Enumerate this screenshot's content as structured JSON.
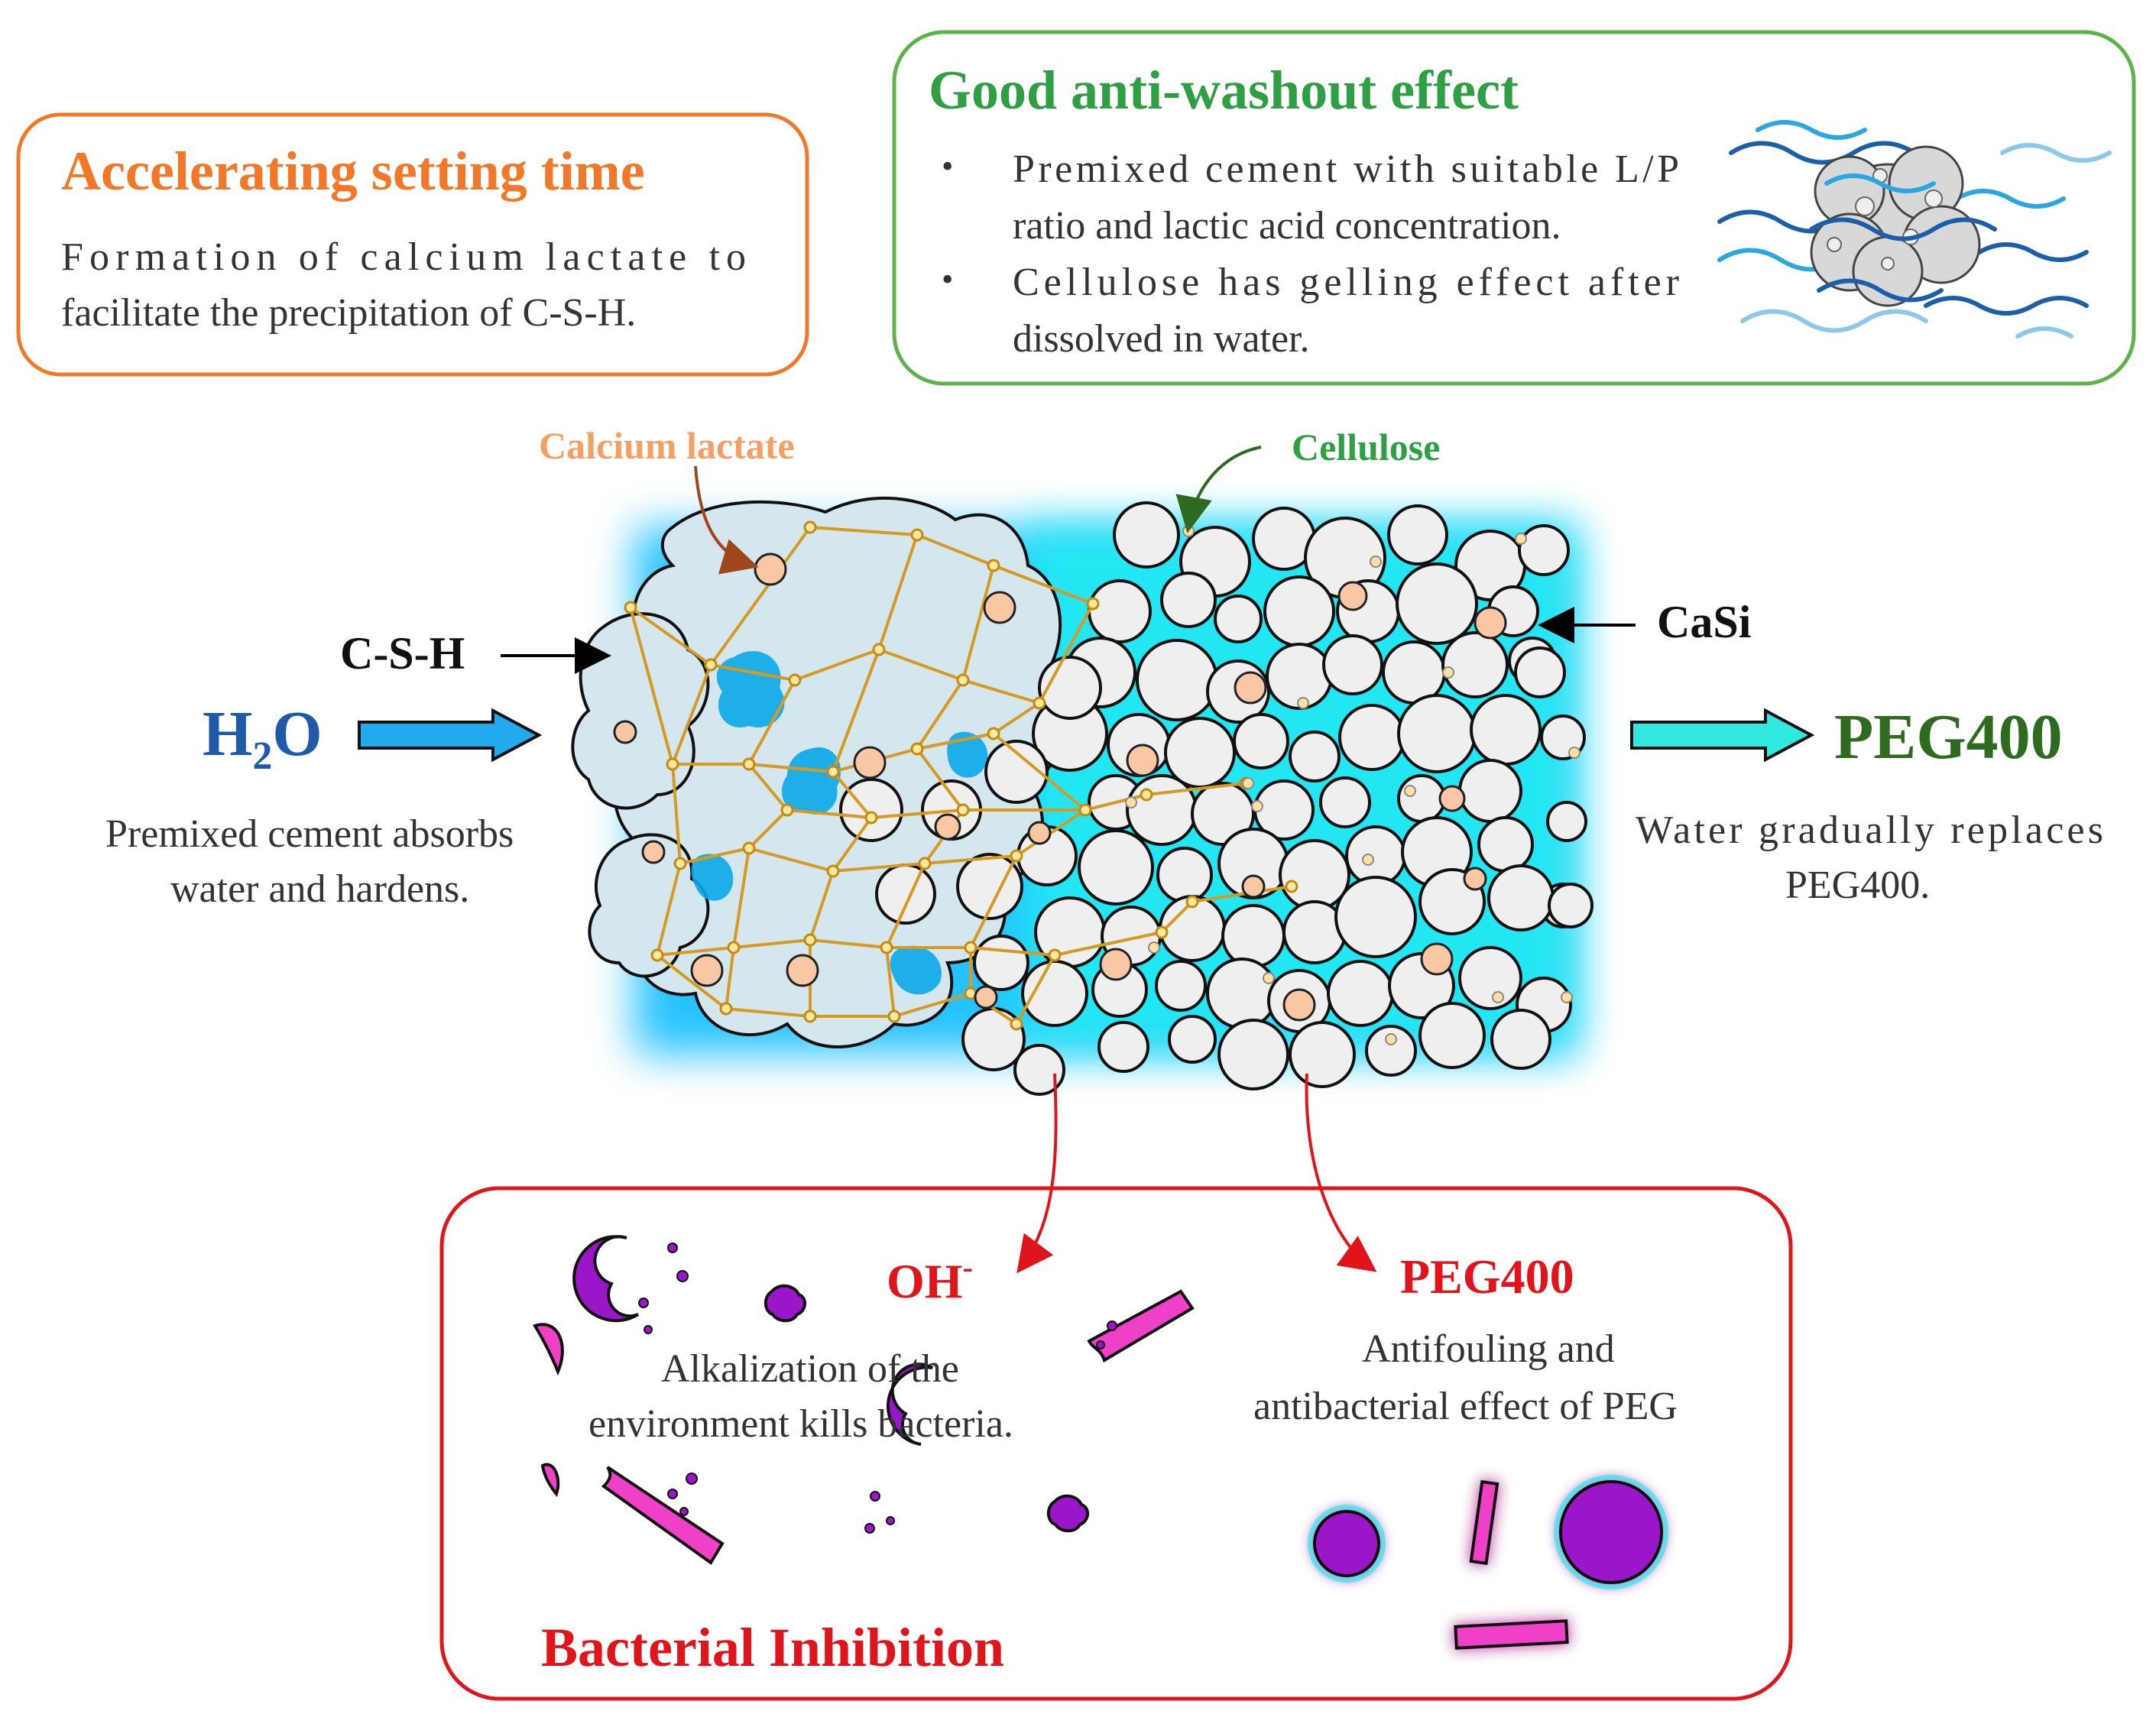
{
  "setting_box": {
    "title": "Accelerating setting time",
    "line1": "Formation of calcium lactate to",
    "line2": "facilitate the precipitation of C-S-H."
  },
  "washout_box": {
    "title": "Good anti-washout effect",
    "bullets": [
      {
        "line1": "Premixed cement with suitable L/P",
        "line2": "ratio and lactic acid concentration."
      },
      {
        "line1": "Cellulose has gelling effect after",
        "line2": "dissolved in water."
      }
    ]
  },
  "labels": {
    "calcium_lactate": "Calcium lactate",
    "cellulose": "Cellulose",
    "csh": "C-S-H",
    "casi": "CaSi"
  },
  "left_input": {
    "h": "H",
    "sub": "2",
    "o": "O",
    "line1": "Premixed cement absorbs",
    "line2": "water and hardens."
  },
  "right_output": {
    "title": "PEG400",
    "line1": "Water gradually replaces",
    "line2": "PEG400."
  },
  "bacteria_box": {
    "oh": "OH",
    "oh_sup": "-",
    "oh_line1": "Alkalization of the",
    "oh_line2": "environment kills bacteria.",
    "peg_title": "PEG400",
    "peg_line1": "Antifouling and",
    "peg_line2": "antibacterial effect of PEG",
    "footer": "Bacterial Inhibition"
  },
  "colors": {
    "orange": "#f07828",
    "green_box": "#5db34a",
    "green_title": "#2ea043",
    "red": "#e0151b",
    "h2o_blue": "#1f5aa6",
    "peg_green": "#2f6b1f",
    "cyan": "#20e0e8",
    "purple": "#9b16c8",
    "pink": "#f040c8"
  }
}
